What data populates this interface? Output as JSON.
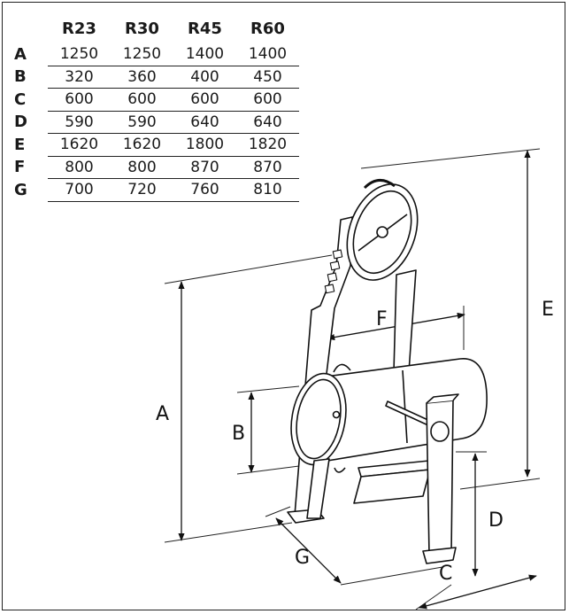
{
  "table": {
    "columns": [
      "R23",
      "R30",
      "R45",
      "R60"
    ],
    "rows": [
      {
        "label": "A",
        "values": [
          "1250",
          "1250",
          "1400",
          "1400"
        ]
      },
      {
        "label": "B",
        "values": [
          "320",
          "360",
          "400",
          "450"
        ]
      },
      {
        "label": "C",
        "values": [
          "600",
          "600",
          "600",
          "600"
        ]
      },
      {
        "label": "D",
        "values": [
          "590",
          "590",
          "640",
          "640"
        ]
      },
      {
        "label": "E",
        "values": [
          "1620",
          "1620",
          "1800",
          "1820"
        ]
      },
      {
        "label": "F",
        "values": [
          "800",
          "800",
          "870",
          "870"
        ]
      },
      {
        "label": "G",
        "values": [
          "700",
          "720",
          "760",
          "810"
        ]
      }
    ]
  },
  "drawing": {
    "dimension_labels": {
      "A": "A",
      "B": "B",
      "C": "C",
      "D": "D",
      "E": "E",
      "F": "F",
      "G": "G"
    }
  }
}
